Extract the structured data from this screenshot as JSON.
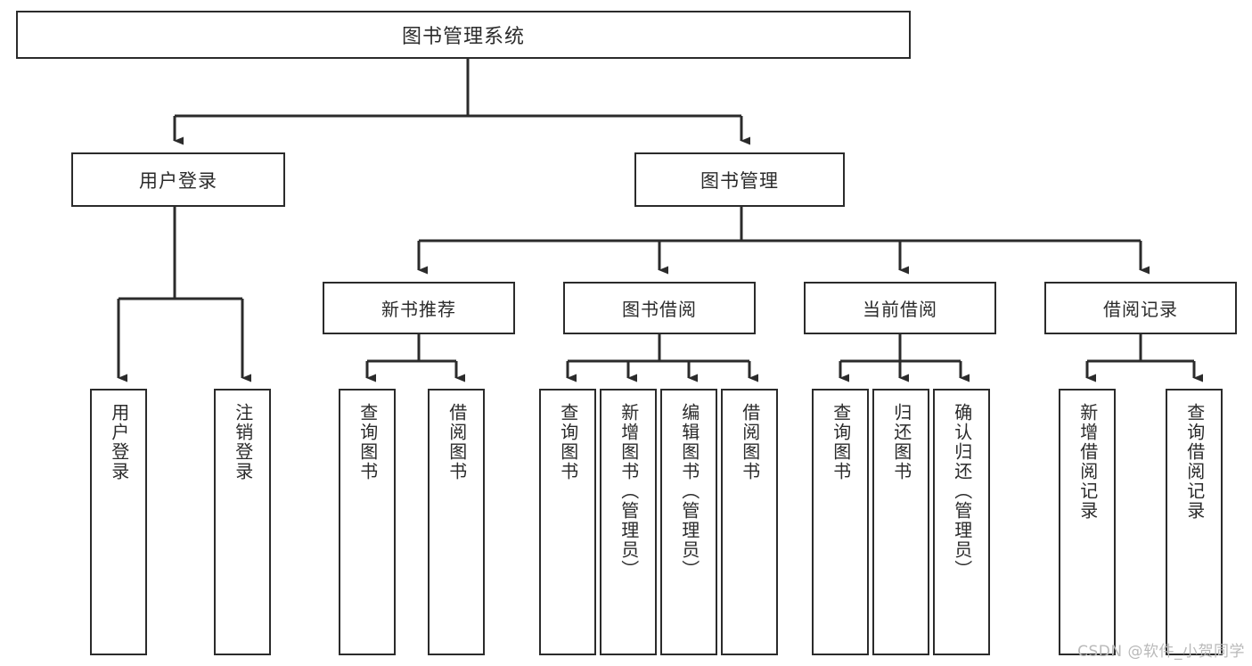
{
  "diagram": {
    "title": "图书管理系统",
    "type": "tree-hierarchy",
    "style": {
      "background": "#ffffff",
      "box_border": "#2b2b2b",
      "box_fill": "#ffffff",
      "edge_color": "#2b2b2b",
      "text_color": "#2b2b2b",
      "watermark_color": "#b9b9b9"
    },
    "root": {
      "label": "图书管理系统"
    },
    "level2": [
      {
        "label": "用户登录"
      },
      {
        "label": "图书管理"
      }
    ],
    "level3": [
      {
        "label": "新书推荐"
      },
      {
        "label": "图书借阅"
      },
      {
        "label": "当前借阅"
      },
      {
        "label": "借阅记录"
      }
    ],
    "leaves": {
      "user_login": [
        {
          "label": "用户登录"
        },
        {
          "label": "注销登录"
        }
      ],
      "new_book_recommend": [
        {
          "label": "查询图书"
        },
        {
          "label": "借阅图书"
        }
      ],
      "book_borrow": [
        {
          "label": "查询图书"
        },
        {
          "label": "新增图书（管理员）"
        },
        {
          "label": "编辑图书（管理员）"
        },
        {
          "label": "借阅图书"
        }
      ],
      "current_borrow": [
        {
          "label": "查询图书"
        },
        {
          "label": "归还图书"
        },
        {
          "label": "确认归还（管理员）"
        }
      ],
      "borrow_record": [
        {
          "label": "新增借阅记录"
        },
        {
          "label": "查询借阅记录"
        }
      ]
    },
    "watermark": "CSDN @软件_小贺同学"
  }
}
